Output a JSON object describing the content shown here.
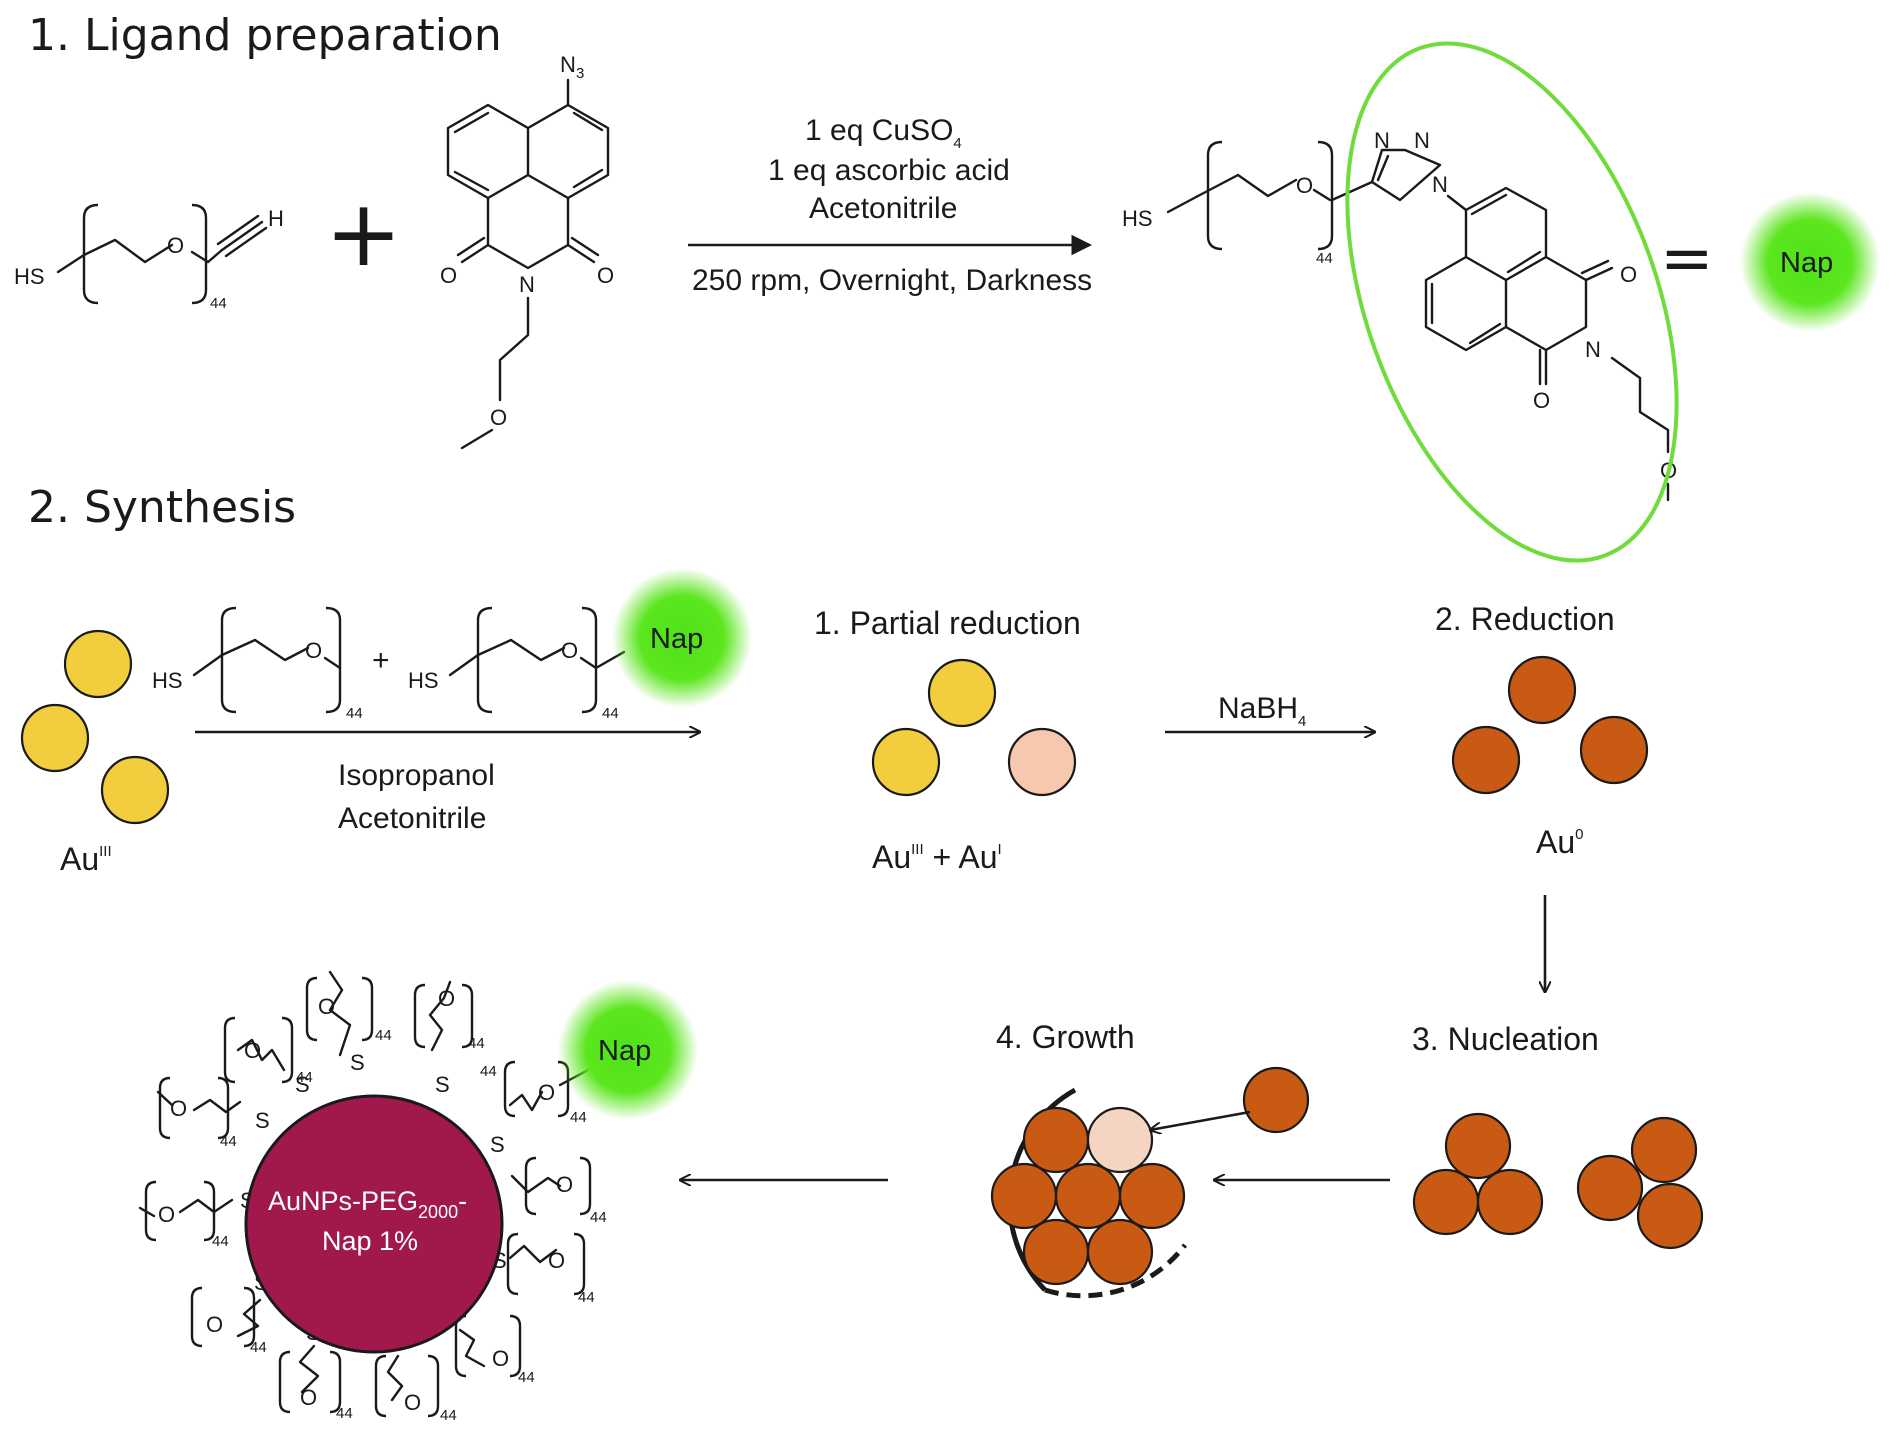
{
  "section1": {
    "title": "1. Ligand preparation"
  },
  "section2": {
    "title": "2. Synthesis"
  },
  "atoms": {
    "hs": "HS",
    "h": "H",
    "o": "O",
    "n": "N",
    "s": "S",
    "azide": "N",
    "azide_sub": "3",
    "triazole_n1": "N",
    "triazole_n2": "N",
    "repeat": "44"
  },
  "plus_sign": "+",
  "reaction1": {
    "reagent1_main": "1 eq CuSO",
    "reagent1_sub": "4",
    "reagent2": "1 eq ascorbic acid",
    "solvent": "Acetonitrile",
    "conditions": "250 rpm, Overnight, Darkness"
  },
  "equals_sign": "=",
  "nap_label": "Nap",
  "synthesis": {
    "solvent1": "Isopropanol",
    "solvent2": "Acetonitrile",
    "start_label_main": "Au",
    "start_label_sup": "III",
    "step1_title": "1. Partial reduction",
    "step1_label": {
      "a": "Au",
      "a_sup": "III",
      "plus": " + Au",
      "b_sup": "I"
    },
    "reducer_main": "NaBH",
    "reducer_sub": "4",
    "step2_title": "2. Reduction",
    "step2_label_main": "Au",
    "step2_label_sup": "0",
    "step3_title": "3. Nucleation",
    "step4_title": "4. Growth",
    "product_line1_main": "AuNPs-PEG",
    "product_line1_sub": "2000",
    "product_line1_end": "-",
    "product_line2": "Nap 1%"
  },
  "colors": {
    "au3": "#f2cd3e",
    "au1": "#f6c8ad",
    "au0": "#c85a14",
    "core": "#a0184c",
    "nap_glow": "#5ce61e",
    "ellipse": "#6fdc3c"
  }
}
